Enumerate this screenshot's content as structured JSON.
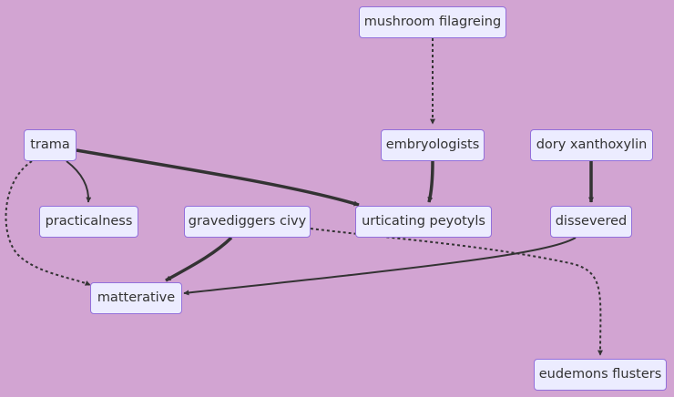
{
  "nodes": {
    "mushroom": "mushroom filagreing",
    "embryologists": "embryologists",
    "dory": "dory xanthoxylin",
    "trama": "trama",
    "practicalness": "practicalness",
    "gravediggers": "gravediggers civy",
    "urticating": "urticating peyotyls",
    "dissevered": "dissevered",
    "matterative": "matterative",
    "eudemons": "eudemons flusters"
  },
  "edges": [
    {
      "from": "mushroom filagreing",
      "to": "embryologists",
      "style": "dotted"
    },
    {
      "from": "embryologists",
      "to": "urticating peyotyls",
      "style": "thick"
    },
    {
      "from": "trama",
      "to": "urticating peyotyls",
      "style": "thick"
    },
    {
      "from": "trama",
      "to": "practicalness",
      "style": "solid"
    },
    {
      "from": "trama",
      "to": "matterative",
      "style": "dotted"
    },
    {
      "from": "dory xanthoxylin",
      "to": "dissevered",
      "style": "thick"
    },
    {
      "from": "gravediggers civy",
      "to": "matterative",
      "style": "thick"
    },
    {
      "from": "gravediggers civy",
      "to": "eudemons flusters",
      "style": "dotted"
    },
    {
      "from": "dissevered",
      "to": "matterative",
      "style": "solid"
    }
  ],
  "colors": {
    "background": "#d2a4d2",
    "node_fill": "#ececff",
    "node_border": "#9370db",
    "edge": "#333333"
  }
}
